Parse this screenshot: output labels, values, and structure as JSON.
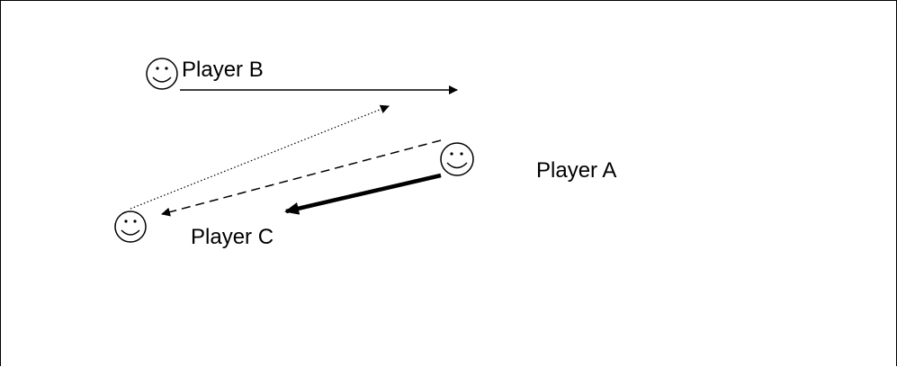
{
  "players": {
    "a": {
      "label": "Player A",
      "icon": "smiley-face-icon"
    },
    "b": {
      "label": "Player B",
      "icon": "smiley-face-icon"
    },
    "c": {
      "label": "Player C",
      "icon": "smiley-face-icon"
    }
  },
  "arrows": [
    {
      "from": "Player B",
      "style": "solid-thin",
      "direction": "right"
    },
    {
      "from": "Player C",
      "to": "toward Player B",
      "style": "dotted"
    },
    {
      "from": "Player A",
      "to": "Player C",
      "style": "dashed"
    },
    {
      "from": "Player A",
      "to": "toward Player C",
      "style": "solid-thick"
    }
  ],
  "colors": {
    "line": "#000000",
    "background": "#ffffff"
  }
}
